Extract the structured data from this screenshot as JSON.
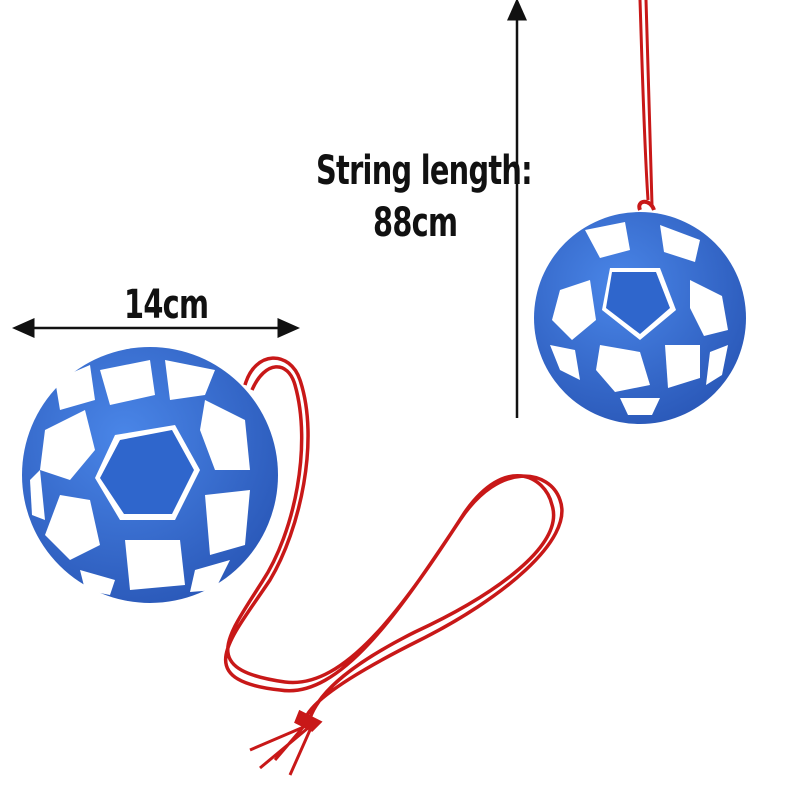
{
  "annotations": {
    "string_length_label": "String length:",
    "string_length_value": "88cm",
    "width_value": "14cm"
  },
  "colors": {
    "ball": "#3a73d8",
    "ball_dark": "#2d5fbe",
    "string": "#d01818"
  }
}
